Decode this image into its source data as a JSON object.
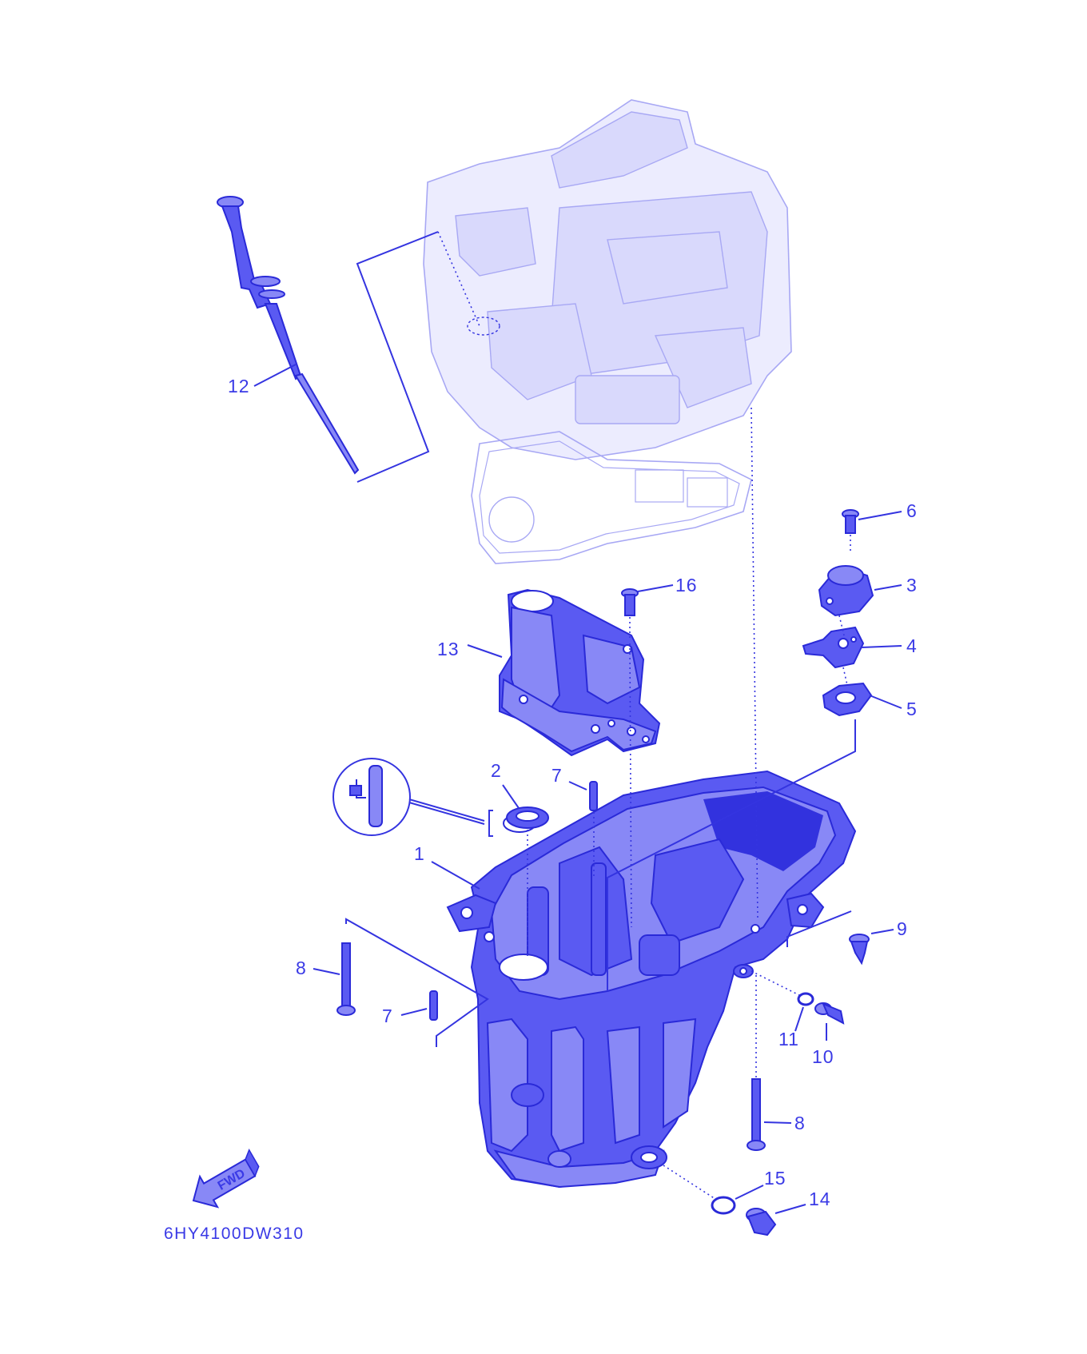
{
  "diagram": {
    "code": "6HY4100DW310",
    "fwd_label": "FWD",
    "colors": {
      "ink": "#3434e0",
      "fill_dark": "#5a5af2",
      "fill_mid": "#8888f6",
      "fill_pale": "#ececfe",
      "background": "#ffffff"
    },
    "callouts": [
      {
        "id": "p1",
        "label": "1"
      },
      {
        "id": "p2",
        "label": "2"
      },
      {
        "id": "p3",
        "label": "3"
      },
      {
        "id": "p4",
        "label": "4"
      },
      {
        "id": "p5",
        "label": "5"
      },
      {
        "id": "p6",
        "label": "6"
      },
      {
        "id": "p7a",
        "label": "7"
      },
      {
        "id": "p7b",
        "label": "7"
      },
      {
        "id": "p8a",
        "label": "8"
      },
      {
        "id": "p8b",
        "label": "8"
      },
      {
        "id": "p9",
        "label": "9"
      },
      {
        "id": "p10",
        "label": "10"
      },
      {
        "id": "p11",
        "label": "11"
      },
      {
        "id": "p12",
        "label": "12"
      },
      {
        "id": "p13",
        "label": "13"
      },
      {
        "id": "p14",
        "label": "14"
      },
      {
        "id": "p15",
        "label": "15"
      },
      {
        "id": "p16",
        "label": "16"
      }
    ]
  }
}
